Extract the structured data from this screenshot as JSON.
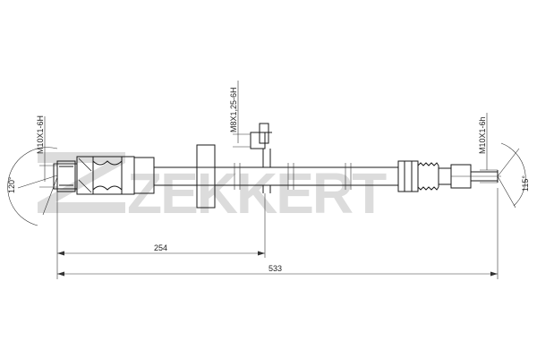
{
  "brand": {
    "logo_text": "ZEKKERT",
    "logo_color": "#dcdcdc"
  },
  "labels": {
    "thread_left": "M10X1-6H",
    "thread_mid": "M8X1,25-6H",
    "thread_right": "M10X1-6h",
    "angle_left": "120°",
    "angle_right": "115°"
  },
  "dimensions": {
    "to_bracket": "254",
    "overall": "533"
  },
  "colors": {
    "line": "#1a1a1a",
    "background": "#ffffff"
  }
}
